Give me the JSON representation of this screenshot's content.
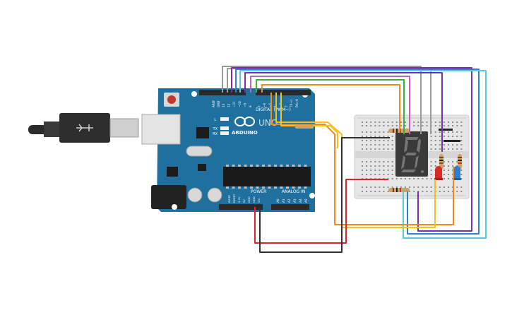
{
  "board": {
    "aref": "AREF",
    "gnd": "GND",
    "digital_label": "DIGITAL (PWM~)",
    "brand": "ARDUINO",
    "model": "UNO",
    "led_l": "L",
    "led_tx": "TX",
    "led_rx": "RX",
    "power_label": "POWER",
    "analog_label": "ANALOG IN",
    "digital_pins": [
      "13",
      "12",
      "~11",
      "~10",
      "~9",
      "8",
      "7",
      "~6",
      "~5",
      "4",
      "~3",
      "2",
      "TX→1",
      "RX←0"
    ],
    "power_pins": [
      "IOREF",
      "RESET",
      "3.3V",
      "5V",
      "GND",
      "GND",
      "Vin"
    ],
    "analog_pins": [
      "A0",
      "A1",
      "A2",
      "A3",
      "A4",
      "A5"
    ]
  },
  "display": {
    "digit": "8"
  },
  "colors": {
    "board": "#1f6f9f",
    "wire_gray": "#9a9a9a",
    "wire_purple": "#7b2fa6",
    "wire_blue": "#2f7fd0",
    "wire_green": "#3fae3f",
    "wire_orange": "#f08c1a",
    "wire_yellow": "#f4c21a",
    "wire_teal": "#5fc6d8",
    "wire_red": "#d8262a",
    "wire_black": "#303030",
    "led_red": "#d92a2a",
    "led_blue": "#2a7fd0"
  }
}
